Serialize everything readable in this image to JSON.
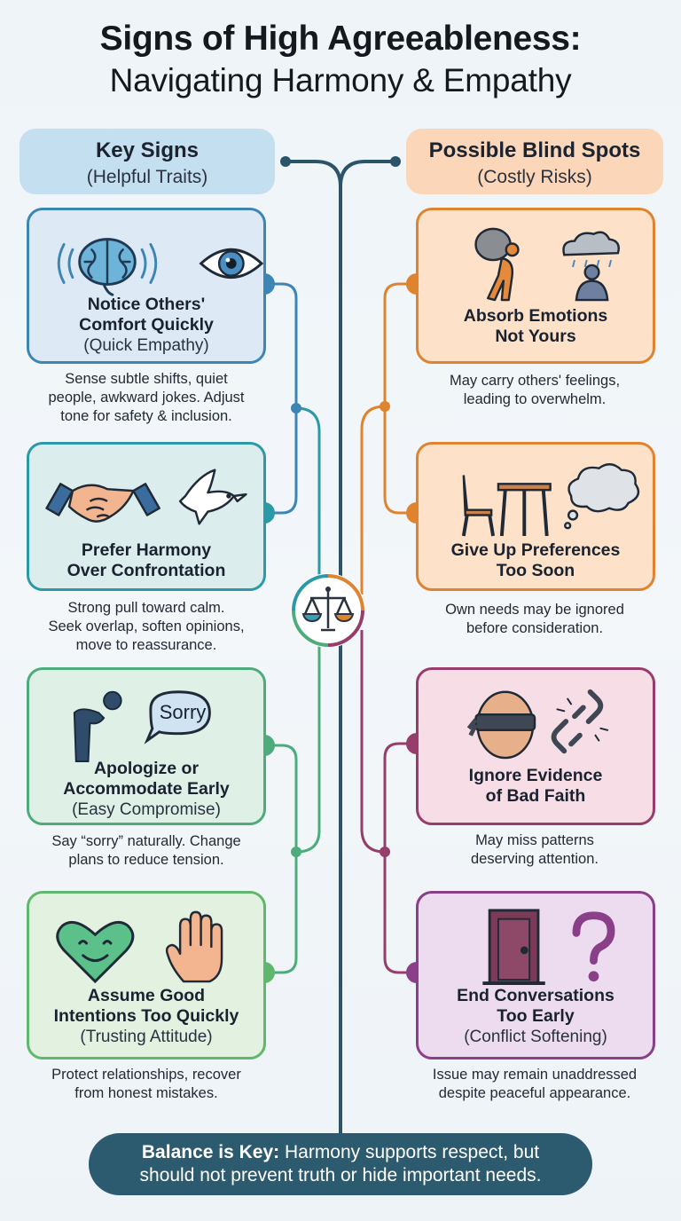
{
  "title": {
    "line1": "Signs of High Agreeableness:",
    "line2": "Navigating Harmony & Empathy"
  },
  "left_header": {
    "title": "Key Signs",
    "subtitle": "(Helpful Traits)"
  },
  "right_header": {
    "title": "Possible Blind Spots",
    "subtitle": "(Costly Risks)"
  },
  "left_cards": [
    {
      "label1": "Notice Others'",
      "label2": "Comfort Quickly",
      "subtitle": "(Quick Empathy)",
      "desc1": "Sense subtle shifts, quiet",
      "desc2": "people, awkward jokes. Adjust",
      "desc3": "tone for safety & inclusion.",
      "icons": [
        "brain-icon",
        "eye-icon"
      ]
    },
    {
      "label1": "Prefer Harmony",
      "label2": "Over Confrontation",
      "subtitle": "",
      "desc1": "Strong pull toward calm.",
      "desc2": "Seek overlap, soften opinions,",
      "desc3": "move to reassurance.",
      "icons": [
        "handshake-icon",
        "dove-icon"
      ]
    },
    {
      "label1": "Apologize or",
      "label2": "Accommodate Early",
      "subtitle": "(Easy Compromise)",
      "bubble": "Sorry",
      "desc1": "Say “sorry” naturally. Change",
      "desc2": "plans to reduce tension.",
      "desc3": "",
      "icons": [
        "bowing-person-icon",
        "speech-bubble-icon"
      ]
    },
    {
      "label1": "Assume Good",
      "label2": "Intentions Too Quickly",
      "subtitle": "(Trusting Attitude)",
      "desc1": "Protect relationships, recover",
      "desc2": "from honest mistakes.",
      "desc3": "",
      "icons": [
        "smiling-heart-icon",
        "raised-hand-icon"
      ]
    }
  ],
  "right_cards": [
    {
      "label1": "Absorb Emotions",
      "label2": "Not Yours",
      "subtitle": "",
      "desc1": "May carry others' feelings,",
      "desc2": "leading to overwhelm.",
      "icons": [
        "burdened-person-icon",
        "rain-cloud-person-icon"
      ]
    },
    {
      "label1": "Give Up Preferences",
      "label2": "Too Soon",
      "subtitle": "",
      "desc1": "Own needs may be ignored",
      "desc2": "before consideration.",
      "icons": [
        "chair-table-icon",
        "thought-cloud-icon"
      ]
    },
    {
      "label1": "Ignore Evidence",
      "label2": "of Bad Faith",
      "subtitle": "",
      "desc1": "May miss patterns",
      "desc2": "deserving attention.",
      "icons": [
        "blindfold-icon",
        "broken-chain-icon"
      ]
    },
    {
      "label1": "End Conversations",
      "label2": "Too Early",
      "subtitle": "(Conflict Softening)",
      "desc1": "Issue may remain unaddressed",
      "desc2": "despite peaceful appearance.",
      "icons": [
        "door-icon",
        "question-mark-icon"
      ]
    }
  ],
  "footer": {
    "bold": "Balance is Key:",
    "text1": " Harmony supports respect, but",
    "text2": "should not prevent truth or hide important needs."
  },
  "colors": {
    "left_1": "#3d86b4",
    "left_2": "#2b9aa6",
    "left_3": "#4eac7c",
    "left_4": "#5fb86c",
    "right_1": "#e0832f",
    "right_2": "#e0832f",
    "right_3": "#973d6b",
    "right_4": "#8a3f89",
    "trunk": "#2b5468",
    "footer": "#2c5a6e"
  }
}
